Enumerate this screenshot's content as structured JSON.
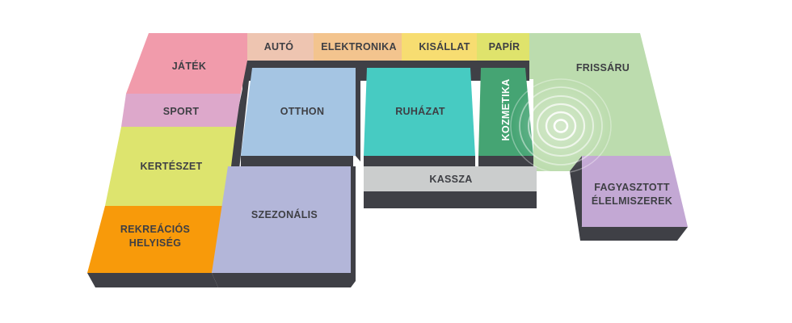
{
  "zones": {
    "jatek": {
      "label": "JÁTÉK",
      "color": "#f19bab"
    },
    "sport": {
      "label": "SPORT",
      "color": "#dda8cb"
    },
    "kerteszet": {
      "label": "KERTÉSZET",
      "color": "#dde46e"
    },
    "rekreacios": {
      "label_line1": "REKREÁCIÓS",
      "label_line2": "HELYISÉG",
      "color": "#f89a0a"
    },
    "szezonalis": {
      "label": "SZEZONÁLIS",
      "color": "#b3b6d9"
    },
    "auto": {
      "label": "AUTÓ",
      "color": "#eec5b1"
    },
    "elektronika": {
      "label": "ELEKTRONIKA",
      "color": "#f3c48e"
    },
    "kisallat": {
      "label": "KISÁLLAT",
      "color": "#f7dd71"
    },
    "papir": {
      "label": "PAPÍR",
      "color": "#dfe36c"
    },
    "frissaru": {
      "label": "FRISSÁRU",
      "color": "#bcdcae"
    },
    "otthon": {
      "label": "OTTHON",
      "color": "#a5c5e3"
    },
    "ruhazat": {
      "label": "RUHÁZAT",
      "color": "#47cbc2"
    },
    "kozmetika": {
      "label": "KOZMETIKA",
      "color": "#45a473"
    },
    "kassza": {
      "label": "KASSZA",
      "color": "#cbcdcd"
    },
    "fagyasztott": {
      "label_line1": "FAGYASZTOTT",
      "label_line2": "ÉLELMISZEREK",
      "color": "#c3a8d4"
    }
  },
  "colors": {
    "side_dark": "#3f4046",
    "locator_ring": "#ffffff"
  },
  "icons": {
    "locator": "location-signal-icon"
  }
}
